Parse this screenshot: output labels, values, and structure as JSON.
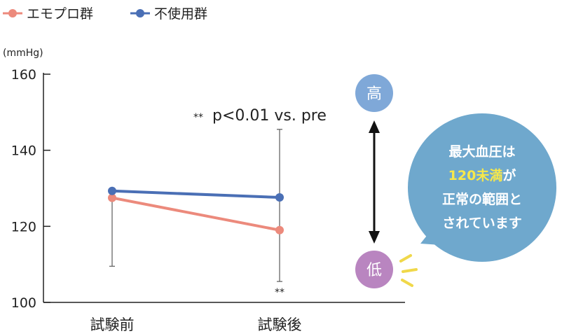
{
  "legend": [
    {
      "label": "エモプロ群",
      "color": "#ec8a7c"
    },
    {
      "label": "不使用群",
      "color": "#4a6fb5"
    }
  ],
  "annotation": "p<0.01 vs. pre",
  "annotation_prefix": "**",
  "significance_mark": "**",
  "high_label": "高",
  "low_label": "低",
  "bubble": {
    "line1": "最大血圧は",
    "line2_highlight": "120未満",
    "line2_rest": "が",
    "line3": "正常の範囲と",
    "line4": "されています"
  },
  "colors": {
    "high_circle": "#7fa8d8",
    "low_circle": "#b985c0",
    "bubble": "#6fa8cd",
    "highlight": "#f7e84a",
    "arrow": "#111111",
    "burst": "#f0d84a"
  },
  "chart_data": {
    "type": "line",
    "categories": [
      "試験前",
      "試験後"
    ],
    "series": [
      {
        "name": "エモプロ群",
        "values": [
          127.5,
          119
        ],
        "color": "#ec8a7c"
      },
      {
        "name": "不使用群",
        "values": [
          129.3,
          127.6
        ],
        "color": "#4a6fb5"
      }
    ],
    "error_bars": [
      {
        "category": "試験前",
        "low": 109.5,
        "high": 127.5
      },
      {
        "category": "試験後",
        "low": 105.5,
        "high": 145.5
      }
    ],
    "ylabel": "(mmHg)",
    "ylim": [
      100,
      160
    ],
    "yticks": [
      100,
      120,
      140,
      160
    ],
    "grid": false,
    "legend_position": "top-left"
  }
}
